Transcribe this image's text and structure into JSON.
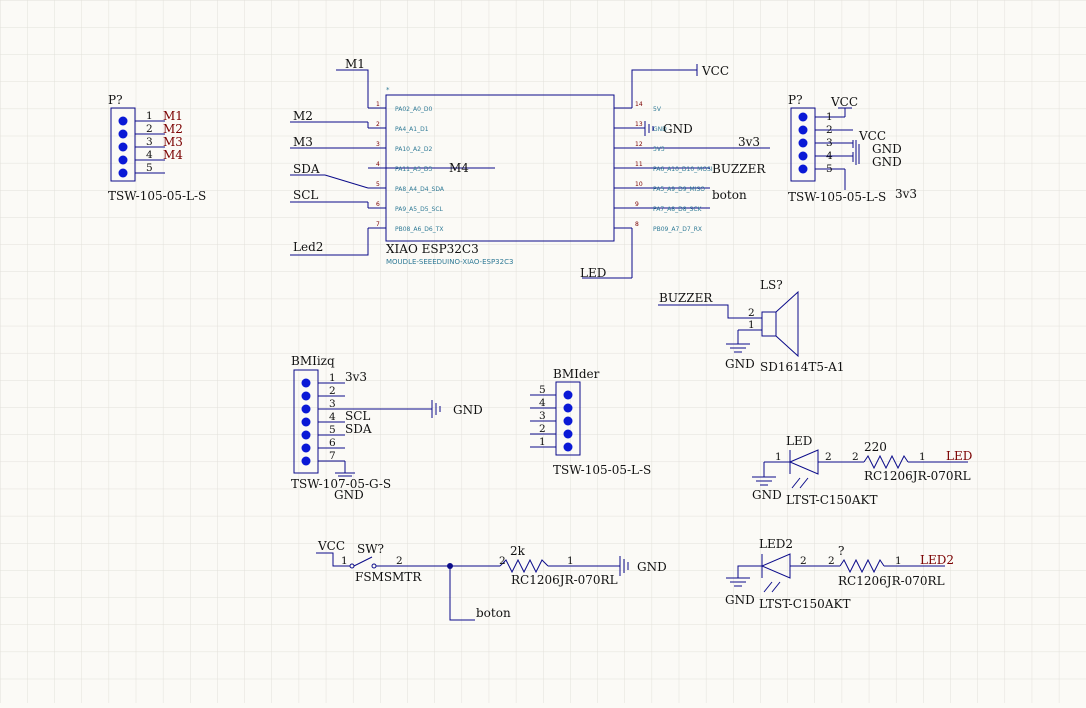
{
  "colors": {
    "wire": "#0b0b8a",
    "net_label": "#7a0000",
    "grid": "#e2e0da",
    "background": "#fbfaf6",
    "pin_dot": "#0a19d6",
    "secondary_text": "#2f7a96"
  },
  "mcu": {
    "name": "XIAO ESP32C3",
    "footprint": "MOUDLE-SEEEDUINO-XIAO-ESP32C3",
    "star": "*",
    "left_pins": [
      {
        "num": "1",
        "name": "PA02_A0_D0"
      },
      {
        "num": "2",
        "name": "PA4_A1_D1"
      },
      {
        "num": "3",
        "name": "PA10_A2_D2"
      },
      {
        "num": "4",
        "name": "PA11_A3_D3"
      },
      {
        "num": "5",
        "name": "PA8_A4_D4_SDA"
      },
      {
        "num": "6",
        "name": "PA9_A5_D5_SCL"
      },
      {
        "num": "7",
        "name": "PB08_A6_D6_TX"
      }
    ],
    "right_pins": [
      {
        "num": "14",
        "name": "5V"
      },
      {
        "num": "13",
        "name": "GND"
      },
      {
        "num": "12",
        "name": "3V3"
      },
      {
        "num": "11",
        "name": "PA6_A10_D10_MOSI"
      },
      {
        "num": "10",
        "name": "PA5_A9_D9_MISO"
      },
      {
        "num": "9",
        "name": "PA7_A8_D8_SCK"
      },
      {
        "num": "8",
        "name": "PB09_A7_D7_RX"
      }
    ],
    "nets_left": {
      "m1": "M1",
      "m2": "M2",
      "m3": "M3",
      "sda": "SDA",
      "m4": "M4",
      "scl": "SCL",
      "led2": "Led2"
    },
    "nets_right": {
      "vcc": "VCC",
      "gnd": "GND",
      "v3": "3v3",
      "buzzer": "BUZZER",
      "boton": "boton",
      "led": "LED"
    }
  },
  "connector_left": {
    "ref": "P?",
    "part": "TSW-105-05-L-S",
    "pins": [
      "1",
      "2",
      "3",
      "4",
      "5"
    ],
    "nets": [
      "M1",
      "M2",
      "M3",
      "M4",
      ""
    ]
  },
  "connector_right": {
    "ref": "P?",
    "part": "TSW-105-05-L-S",
    "pins": [
      "1",
      "2",
      "3",
      "4",
      "5"
    ],
    "nets": {
      "vcc_top": "VCC",
      "vcc_mid": "VCC",
      "gnd1": "GND",
      "gnd2": "GND",
      "v3": "3v3"
    }
  },
  "buzzer": {
    "ref": "LS?",
    "part": "SD1614T5-A1",
    "net": "BUZZER",
    "pins": [
      "2",
      "1"
    ],
    "gnd": "GND"
  },
  "bmi_izq": {
    "ref": "BMIizq",
    "part": "TSW-107-05-G-S",
    "pins": [
      "1",
      "2",
      "3",
      "4",
      "5",
      "6",
      "7"
    ],
    "nets": {
      "p1": "3v3",
      "p4": "SCL",
      "p5": "SDA",
      "gnd": "GND",
      "gnd_bottom": "GND"
    }
  },
  "bmi_der": {
    "ref": "BMIder",
    "part": "TSW-105-05-L-S",
    "pins": [
      "5",
      "4",
      "3",
      "2",
      "1"
    ]
  },
  "led1": {
    "ref": "LED",
    "part": "LTST-C150AKT",
    "resistor_value": "220",
    "resistor_part": "RC1206JR-070RL",
    "net": "LED",
    "gnd": "GND",
    "pins": {
      "led_k": "1",
      "led_a": "2",
      "res_a": "2",
      "res_b": "1"
    }
  },
  "led2": {
    "ref": "LED2",
    "part": "LTST-C150AKT",
    "resistor_value": "?",
    "resistor_part": "RC1206JR-070RL",
    "net": "LED2",
    "gnd": "GND",
    "pins": {
      "led_a": "2",
      "res_a": "2",
      "res_b": "1"
    }
  },
  "switch": {
    "ref": "SW?",
    "part": "FSMSMTR",
    "vcc": "VCC",
    "pins": {
      "a": "1",
      "b": "2"
    },
    "resistor_value": "2k",
    "resistor_part": "RC1206JR-070RL",
    "res_pins": {
      "a": "2",
      "b": "1"
    },
    "gnd": "GND",
    "net": "boton"
  }
}
